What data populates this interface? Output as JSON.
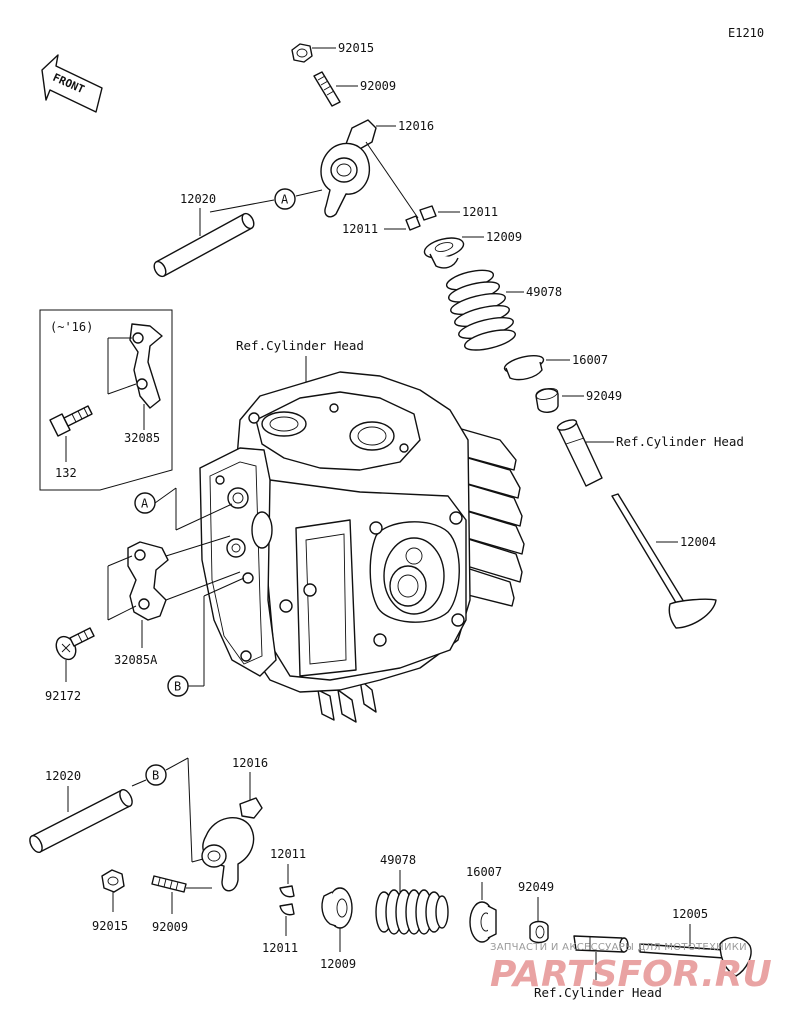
{
  "diagram": {
    "code": "E1210",
    "front_arrow": "FRONT",
    "inset_note": "(~'16)",
    "circle_a": "A",
    "circle_b": "B",
    "ref_cylinder_head": "Ref.Cylinder Head",
    "parts": {
      "p92015": "92015",
      "p92009": "92009",
      "p12016": "12016",
      "p12011": "12011",
      "p12009": "12009",
      "p12020": "12020",
      "p49078": "49078",
      "p16007": "16007",
      "p92049": "92049",
      "p12004": "12004",
      "p12005": "12005",
      "p32085": "32085",
      "p32085a": "32085A",
      "p132": "132",
      "p92172": "92172"
    }
  },
  "watermark": {
    "line1": "ЗАПЧАСТИ И АКСЕССУАРЫ ДЛЯ МОТОТЕХНИКИ",
    "line2": "PARTSFOR.RU",
    "color": "#e9a3a3"
  }
}
